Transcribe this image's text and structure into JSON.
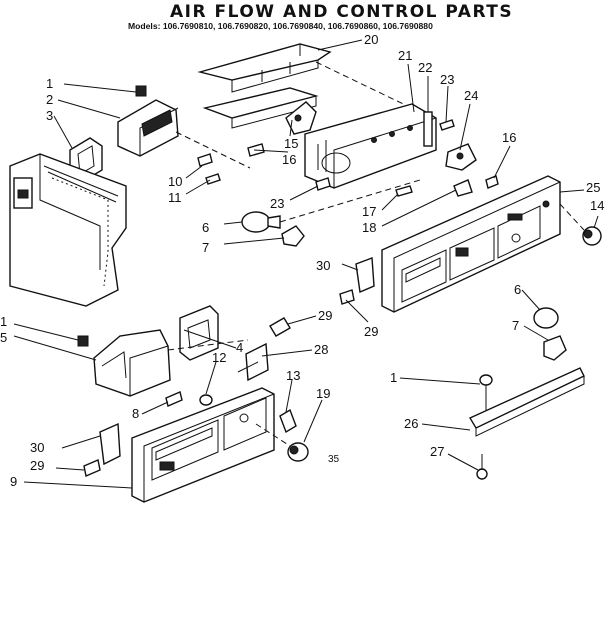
{
  "header": {
    "title": "AIR FLOW AND CONTROL PARTS",
    "models": "Models: 106.7690810, 106.7690820, 106.7690840, 106.7690860, 106.7690880"
  },
  "callouts": [
    "1",
    "2",
    "3",
    "10",
    "11",
    "15",
    "16",
    "20",
    "21",
    "22",
    "23",
    "24",
    "16",
    "6",
    "7",
    "23",
    "17",
    "18",
    "25",
    "14",
    "30",
    "29",
    "29",
    "1",
    "5",
    "4",
    "12",
    "28",
    "6",
    "7",
    "8",
    "13",
    "19",
    "1",
    "30",
    "29",
    "9",
    "26",
    "27"
  ],
  "code": "35"
}
